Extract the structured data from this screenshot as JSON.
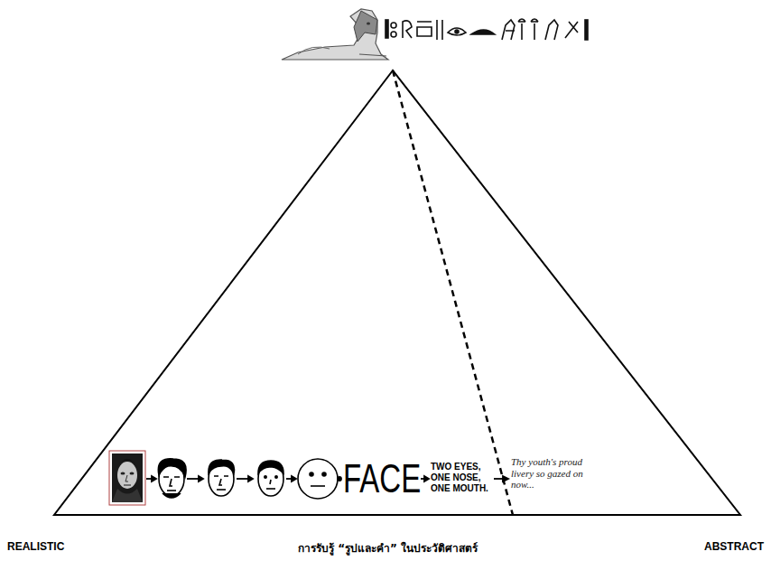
{
  "diagram": {
    "caption": "การรับรู้ “รูปและคำ” ในประวัติศาสตร์",
    "labels": [
      "REALISTIC",
      "FACE",
      "TWO EYES, ONE NOSE, ONE MOUTH.",
      "Thy youth's proud livery so gazed on now...",
      "ABSTRACT"
    ]
  }
}
